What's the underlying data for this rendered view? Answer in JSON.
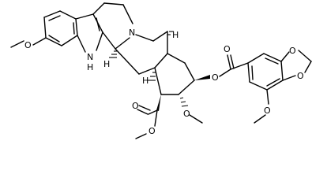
{
  "structure": {
    "labels": {
      "n_indole": "N",
      "nh_h": "H",
      "n_tertiary": "N",
      "h_c3": "H",
      "h_c15": "H",
      "h_c20": "H",
      "o_methoxy_indole": "O",
      "o_ester_carbonyl": "O",
      "o_ester_single": "O",
      "o_methoxy_ring": "O",
      "o_ester_ring": "O",
      "o_benzoyl_carbonyl": "O",
      "o_dioxole_a": "O",
      "o_dioxole_b": "O",
      "o_methoxy_aryl": "O"
    },
    "colors": {
      "bond": "#000000",
      "background": "#ffffff"
    }
  }
}
